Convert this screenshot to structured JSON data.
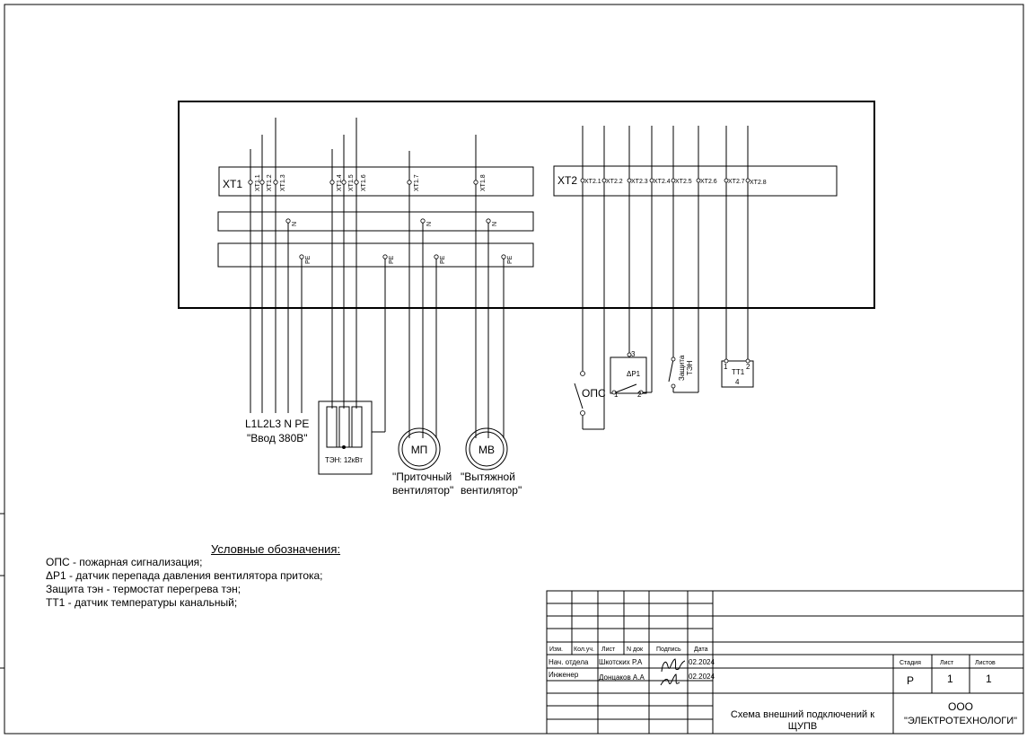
{
  "terminals": {
    "xt1": {
      "label": "XT1",
      "pins": [
        "XT1.1",
        "XT1.2",
        "XT1.3",
        "XT1.4",
        "XT1.5",
        "XT1.6",
        "XT1.7",
        "XT1.8"
      ]
    },
    "xt2": {
      "label": "XT2",
      "pins": [
        "XT2.1",
        "XT2.2",
        "XT2.3",
        "XT2.4",
        "XT2.5",
        "XT2.6",
        "XT2.7",
        "XT2.8"
      ]
    },
    "n_label": "N",
    "pe_label": "PE"
  },
  "input": {
    "lines": "L1L2L3 N PE",
    "caption": "\"Ввод 380В\""
  },
  "heater": {
    "label": "ТЭН: 12кВт"
  },
  "motors": [
    {
      "symbol": "МП",
      "caption_1": "\"Приточный",
      "caption_2": "вентилятор\""
    },
    {
      "symbol": "МВ",
      "caption_1": "\"Вытяжной",
      "caption_2": "вентилятор\""
    }
  ],
  "devices": {
    "ops": "ОПС",
    "dp1": "ΔР1",
    "dp1_pins": [
      "1",
      "2",
      "3"
    ],
    "heater_protect_1": "Защита",
    "heater_protect_2": "ТЭН",
    "tt1": "ТТ1",
    "tt1_pins": [
      "1",
      "2",
      "4"
    ]
  },
  "legend": {
    "title": "Условные обозначения:",
    "items": [
      "ОПС - пожарная сигнализация;",
      "ΔР1 - датчик перепада давления вентилятора притока;",
      "Защита тэн - термостат перегрева тэн;",
      "ТТ1 - датчик температуры канальный;"
    ]
  },
  "title_block": {
    "headers": [
      "Изм.",
      "Кол.уч.",
      "Лист",
      "N док",
      "Подпись",
      "Дата"
    ],
    "rows": [
      {
        "role": "Нач. отдела",
        "name": "Шкотских Р.А",
        "date": "02.2024"
      },
      {
        "role": "Инженер",
        "name": "Донцаков А.А",
        "date": "02.2024"
      }
    ],
    "stage_header": "Стадия",
    "sheet_header": "Лист",
    "sheets_header": "Листов",
    "stage": "Р",
    "sheet": "1",
    "sheets": "1",
    "doc_title_1": "Схема внешний подключений к",
    "doc_title_2": "ЩУПВ",
    "company_1": "ООО",
    "company_2": "\"ЭЛЕКТРОТЕХНОЛОГИ\""
  }
}
